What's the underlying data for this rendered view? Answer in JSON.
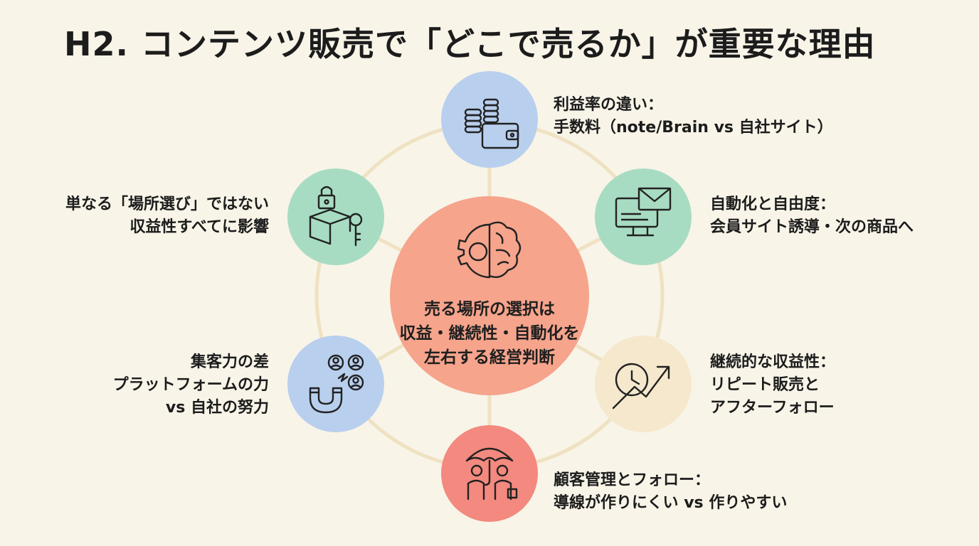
{
  "title": "H2. コンテンツ販売で「どこで売るか」が重要な理由",
  "center": {
    "lines": [
      "売る場所の選択は",
      "収益・継続性・自動化を",
      "左右する経営判断"
    ],
    "icon": "brain-gear-icon",
    "color": "#f6a48c"
  },
  "ring_color": "#efe2c2",
  "nodes": [
    {
      "id": "profit-rate",
      "icon": "coins-wallet-icon",
      "color": "#b9cfee",
      "lines": [
        "利益率の違い：",
        "手数料（note/Brain vs 自社サイト）"
      ]
    },
    {
      "id": "automation",
      "icon": "monitor-mail-icon",
      "color": "#a8dcc2",
      "lines": [
        "自動化と自由度：",
        "会員サイト誘導・次の商品へ"
      ]
    },
    {
      "id": "recurring-revenue",
      "icon": "clock-growth-icon",
      "color": "#f5e8cc",
      "lines": [
        "継続的な収益性：",
        "リピート販売と",
        "アフターフォロー"
      ]
    },
    {
      "id": "customer-management",
      "icon": "umbrella-people-icon",
      "color": "#f3897f",
      "lines": [
        "顧客管理とフォロー：",
        "導線が作りにくい vs 作りやすい"
      ]
    },
    {
      "id": "customer-attraction",
      "icon": "magnet-people-icon",
      "color": "#b9cfee",
      "lines": [
        "集客力の差",
        "プラットフォームの力",
        "vs 自社の努力"
      ]
    },
    {
      "id": "not-just-place",
      "icon": "lock-box-key-icon",
      "color": "#a8dcc2",
      "lines": [
        "単なる「場所選び」ではない",
        "収益性すべてに影響"
      ]
    }
  ]
}
